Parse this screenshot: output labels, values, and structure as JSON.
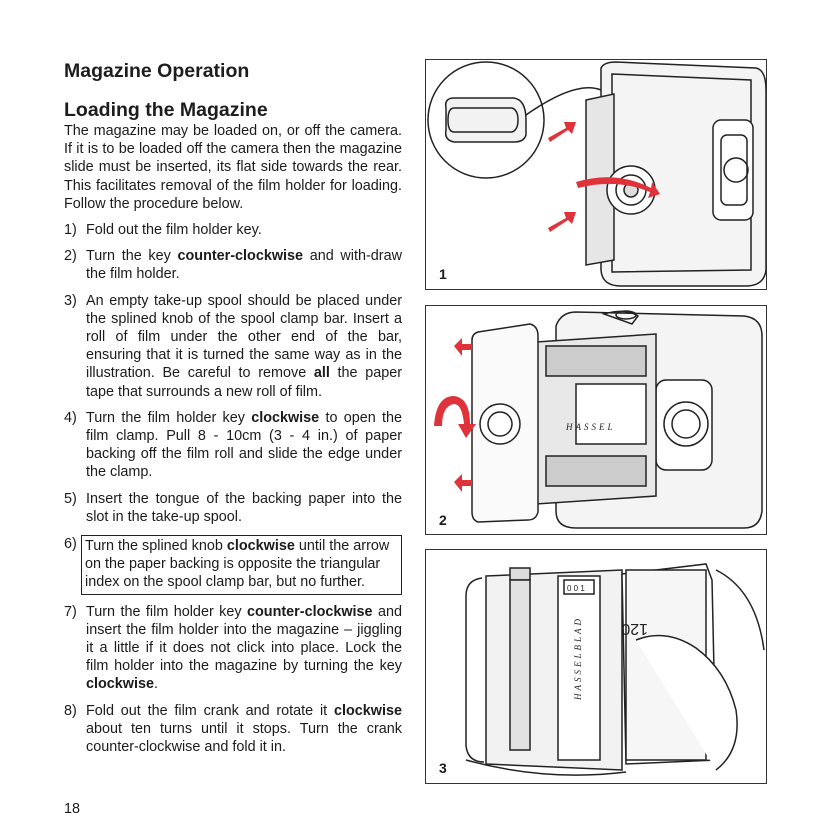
{
  "section_title": "Magazine Operation",
  "subsection_title": "Loading the Magazine",
  "intro": "The magazine may be loaded on, or off the camera. If it is to be loaded off the camera then the magazine slide must be inserted, its flat side towards the rear. This facilitates removal of the film holder for loading. Follow the procedure below.",
  "steps": [
    {
      "num": "1)",
      "html": "Fold out the film holder key."
    },
    {
      "num": "2)",
      "html": "Turn the key <b>counter-clockwise</b> and with-draw the film holder."
    },
    {
      "num": "3)",
      "html": "An empty take-up spool should be placed under the splined knob of the spool clamp bar. Insert a roll of film under the other end of the bar, ensuring that it is turned the same way as in the illustration. Be careful to remove <b>all</b> the paper tape that surrounds a new roll of film."
    },
    {
      "num": "4)",
      "html": "Turn the film holder key <b>clockwise</b> to open the film clamp. Pull 8 - 10cm (3 - 4 in.) of paper backing off the film roll and slide the edge under the clamp."
    },
    {
      "num": "5)",
      "html": "Insert the tongue of the backing paper into the slot in the take-up spool."
    },
    {
      "num": "6)",
      "html": "Turn the splined knob <b>clockwise</b> until the arrow on the paper backing is opposite the triangular index on the spool clamp bar, but no further.",
      "boxed": true
    },
    {
      "num": "7)",
      "html": "Turn the film holder key <b>counter-clockwise</b> and insert the film holder into the magazine – jiggling it a little if it does not click into place. Lock the film holder into the magazine by turning the key <b>clockwise</b>."
    },
    {
      "num": "8)",
      "html": "Fold out the film crank and rotate it <b>clockwise</b> about ten turns until it stops. Turn the crank counter-clockwise and fold it in."
    }
  ],
  "page_number": "18",
  "figures": [
    {
      "label": "1"
    },
    {
      "label": "2",
      "brand": "HASSEL"
    },
    {
      "label": "3",
      "spool_code": "0 0 1",
      "brand_vertical": "HASSELBLAD",
      "film_text": "120"
    }
  ],
  "colors": {
    "arrow": "#e0323a",
    "line": "#222222",
    "shade": "#cfcfcf"
  }
}
